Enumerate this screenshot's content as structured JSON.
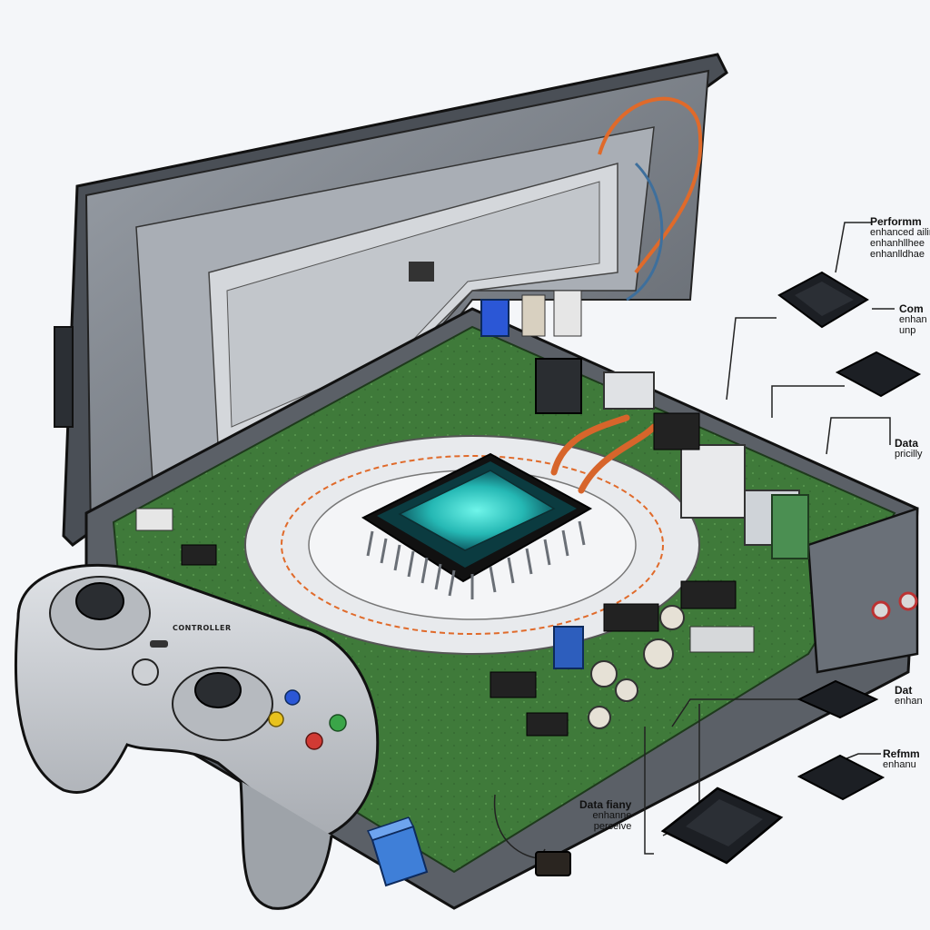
{
  "callouts": [
    {
      "id": "c1",
      "head": "Performm",
      "lines": [
        "enhanced ailinanioe",
        "enhanhllhee",
        "enhanlldhae"
      ]
    },
    {
      "id": "c2",
      "head": "Com",
      "lines": [
        "enhan",
        "unp"
      ]
    },
    {
      "id": "c3",
      "head": "Data",
      "lines": [
        "pricilly"
      ]
    },
    {
      "id": "c4",
      "head": "Dat",
      "lines": [
        "enhan"
      ]
    },
    {
      "id": "c5",
      "head": "Refmm",
      "lines": [
        "enhanu"
      ]
    },
    {
      "id": "c6",
      "head": "Data fiany",
      "lines": [
        "enhanne",
        "perceive"
      ]
    }
  ],
  "controller": {
    "logo_text": "CONTROLLER"
  },
  "colors": {
    "shell": "#5b6067",
    "shell_light": "#8d939b",
    "pcb": "#3f7a3a",
    "pcb_dark": "#2d5c2b",
    "chip": "#1c1f24",
    "chip_glow": "#2fd6c8",
    "wire": "#e06a2a",
    "controller_body": "#c8cbd0",
    "btn_blue": "#2b57d6",
    "btn_yellow": "#e8c21d",
    "btn_green": "#3aa548",
    "btn_red": "#d13a34"
  }
}
